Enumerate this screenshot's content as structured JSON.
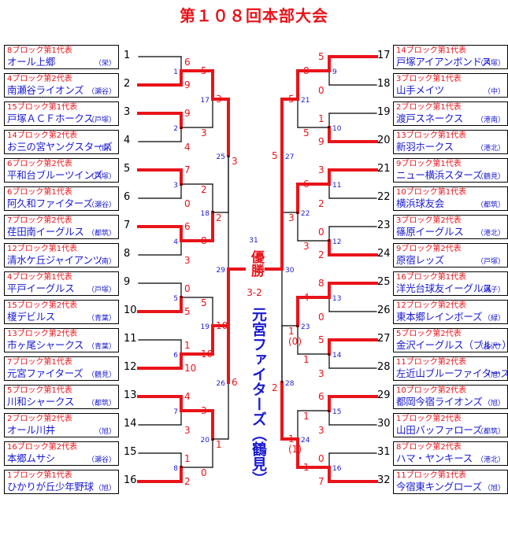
{
  "title": "第１０８回本部大会",
  "champion_label": "優勝",
  "final_score": "3-2",
  "winner_vertical": "元宮ファイターズ（鶴見）",
  "colors": {
    "win": "#e8141a",
    "line": "#000000",
    "match_no": "#1a1ad2",
    "team_name": "#1a1ad2",
    "block": "#e8141a"
  },
  "teams": [
    {
      "seed": "1",
      "block": "8ブロック第1代表",
      "name": "オール上郷",
      "region": "（栄）"
    },
    {
      "seed": "2",
      "block": "4ブロック第2代表",
      "name": "南瀬谷ライオンズ",
      "region": "（瀬谷）"
    },
    {
      "seed": "3",
      "block": "15ブロック第1代表",
      "name": "戸塚ＡＣＦホークス",
      "region": "（戸塚）"
    },
    {
      "seed": "4",
      "block": "14ブロック第2代表",
      "name": "お三の宮ヤングスターズ",
      "region": "（南）"
    },
    {
      "seed": "5",
      "block": "6ブロック第2代表",
      "name": "平和台ブルーツインズ",
      "region": "（戸塚）"
    },
    {
      "seed": "6",
      "block": "6ブロック第1代表",
      "name": "阿久和ファイターズ",
      "region": "（瀬谷）"
    },
    {
      "seed": "7",
      "block": "7ブロック第2代表",
      "name": "荏田南イーグルス",
      "region": "（都筑）"
    },
    {
      "seed": "8",
      "block": "12ブロック第1代表",
      "name": "清水ケ丘ジャイアンツ",
      "region": "（南）"
    },
    {
      "seed": "9",
      "block": "4ブロック第1代表",
      "name": "平戸イーグルス",
      "region": "（戸塚）"
    },
    {
      "seed": "10",
      "block": "15ブロック第2代表",
      "name": "榎デビルス",
      "region": "（青葉）"
    },
    {
      "seed": "11",
      "block": "13ブロック第2代表",
      "name": "市ヶ尾シャークス",
      "region": "（青葉）"
    },
    {
      "seed": "12",
      "block": "7ブロック第1代表",
      "name": "元宮ファイターズ",
      "region": "（鶴見）"
    },
    {
      "seed": "13",
      "block": "5ブロック第1代表",
      "name": "川和シャークス",
      "region": "（都筑）"
    },
    {
      "seed": "14",
      "block": "2ブロック第2代表",
      "name": "オール川井",
      "region": "（旭）"
    },
    {
      "seed": "15",
      "block": "16ブロック第2代表",
      "name": "本郷ムサシ",
      "region": "（瀬谷）"
    },
    {
      "seed": "16",
      "block": "1ブロック第1代表",
      "name": "ひかりが丘少年野球",
      "region": "（旭）"
    },
    {
      "seed": "17",
      "block": "14ブロック第1代表",
      "name": "戸塚アイアンボンドス",
      "region": "（戸塚）"
    },
    {
      "seed": "18",
      "block": "3ブロック第1代表",
      "name": "山手メイツ",
      "region": "（中）"
    },
    {
      "seed": "19",
      "block": "2ブロック第1代表",
      "name": "渡戸スネークス",
      "region": "（港南）"
    },
    {
      "seed": "20",
      "block": "13ブロック第1代表",
      "name": "新羽ホークス",
      "region": "（港北）"
    },
    {
      "seed": "21",
      "block": "9ブロック第1代表",
      "name": "ニュー横浜スターズ",
      "region": "（鶴見）"
    },
    {
      "seed": "22",
      "block": "10ブロック第1代表",
      "name": "横浜球友会",
      "region": "（都筑）"
    },
    {
      "seed": "23",
      "block": "3ブロック第2代表",
      "name": "篠原イーグルス",
      "region": "（港北）"
    },
    {
      "seed": "24",
      "block": "9ブロック第2代表",
      "name": "原宿レッズ",
      "region": "（戸塚）"
    },
    {
      "seed": "25",
      "block": "16ブロック第1代表",
      "name": "洋光台球友イーグルス",
      "region": "（磯子）"
    },
    {
      "seed": "26",
      "block": "12ブロック第2代表",
      "name": "東本郷レインボーズ",
      "region": "（緑）"
    },
    {
      "seed": "27",
      "block": "5ブロック第2代表",
      "name": "金沢イーグルス（ブルー）",
      "region": "（金沢）"
    },
    {
      "seed": "28",
      "block": "11ブロック第2代表",
      "name": "左近山ブルーファイターズ",
      "region": "（旭）"
    },
    {
      "seed": "29",
      "block": "10ブロック第2代表",
      "name": "都岡今宿ライオンズ",
      "region": "（旭）"
    },
    {
      "seed": "30",
      "block": "1ブロック第2代表",
      "name": "山田バッファローズ",
      "region": "（都筑）"
    },
    {
      "seed": "31",
      "block": "8ブロック第2代表",
      "name": "ハマ・ヤンキース",
      "region": "（港北）"
    },
    {
      "seed": "32",
      "block": "11ブロック第1代表",
      "name": "今宿東キングローズ",
      "region": "（旭）"
    }
  ],
  "left_r1": [
    {
      "no": "1",
      "s": [
        "6",
        "9"
      ],
      "w": 1
    },
    {
      "no": "2",
      "s": [
        "9",
        "4"
      ],
      "w": 0
    },
    {
      "no": "3",
      "s": [
        "7",
        "0"
      ],
      "w": 0
    },
    {
      "no": "4",
      "s": [
        "6",
        "3"
      ],
      "w": 0
    },
    {
      "no": "5",
      "s": [
        "0",
        "5"
      ],
      "w": 1
    },
    {
      "no": "6",
      "s": [
        "1",
        "10"
      ],
      "w": 1
    },
    {
      "no": "7",
      "s": [
        "4",
        "3"
      ],
      "w": 0
    },
    {
      "no": "8",
      "s": [
        "1",
        "2"
      ],
      "w": 1
    }
  ],
  "left_r2": [
    {
      "no": "17",
      "s": [
        "5",
        "3"
      ],
      "w": 0
    },
    {
      "no": "18",
      "s": [
        "2",
        "8"
      ],
      "w": 1
    },
    {
      "no": "19",
      "s": [
        "5",
        "10"
      ],
      "w": 1
    },
    {
      "no": "20",
      "s": [
        "3",
        "0"
      ],
      "w": 0
    }
  ],
  "left_r3": [
    {
      "no": "25",
      "s": [
        "3",
        "2"
      ],
      "w": 0
    },
    {
      "no": "26",
      "s": [
        "10",
        "1"
      ],
      "w": 0
    }
  ],
  "left_r4": {
    "no": "29",
    "s": [
      "3",
      "6"
    ],
    "w": 1
  },
  "right_r1": [
    {
      "no": "9",
      "s": [
        "5",
        "0"
      ],
      "w": 0
    },
    {
      "no": "10",
      "s": [
        "1",
        "9"
      ],
      "w": 1
    },
    {
      "no": "11",
      "s": [
        "3",
        "2"
      ],
      "w": 0
    },
    {
      "no": "12",
      "s": [
        "0",
        "2"
      ],
      "w": 1
    },
    {
      "no": "13",
      "s": [
        "8",
        "0"
      ],
      "w": 0
    },
    {
      "no": "14",
      "s": [
        "5",
        "3"
      ],
      "w": 0
    },
    {
      "no": "15",
      "s": [
        "6",
        "3"
      ],
      "w": 0
    },
    {
      "no": "16",
      "s": [
        "0",
        "7"
      ],
      "w": 1
    }
  ],
  "right_r2": [
    {
      "no": "21",
      "s": [
        "8",
        "5"
      ],
      "w": 0
    },
    {
      "no": "22",
      "s": [
        "6",
        "3"
      ],
      "w": 0
    },
    {
      "no": "23",
      "s": [
        "4",
        "1"
      ],
      "w": 0
    },
    {
      "no": "24",
      "s": [
        "1",
        "1"
      ],
      "w": 1
    }
  ],
  "right_r3": [
    {
      "no": "27",
      "s": [
        "5",
        "3"
      ],
      "w": 0
    },
    {
      "no": "28",
      "s": [
        "1\n(0)",
        "1\n(1)"
      ],
      "w": 1
    }
  ],
  "right_r4": {
    "no": "30",
    "s": [
      "5",
      "2"
    ],
    "w": 0
  },
  "final_no": "31"
}
